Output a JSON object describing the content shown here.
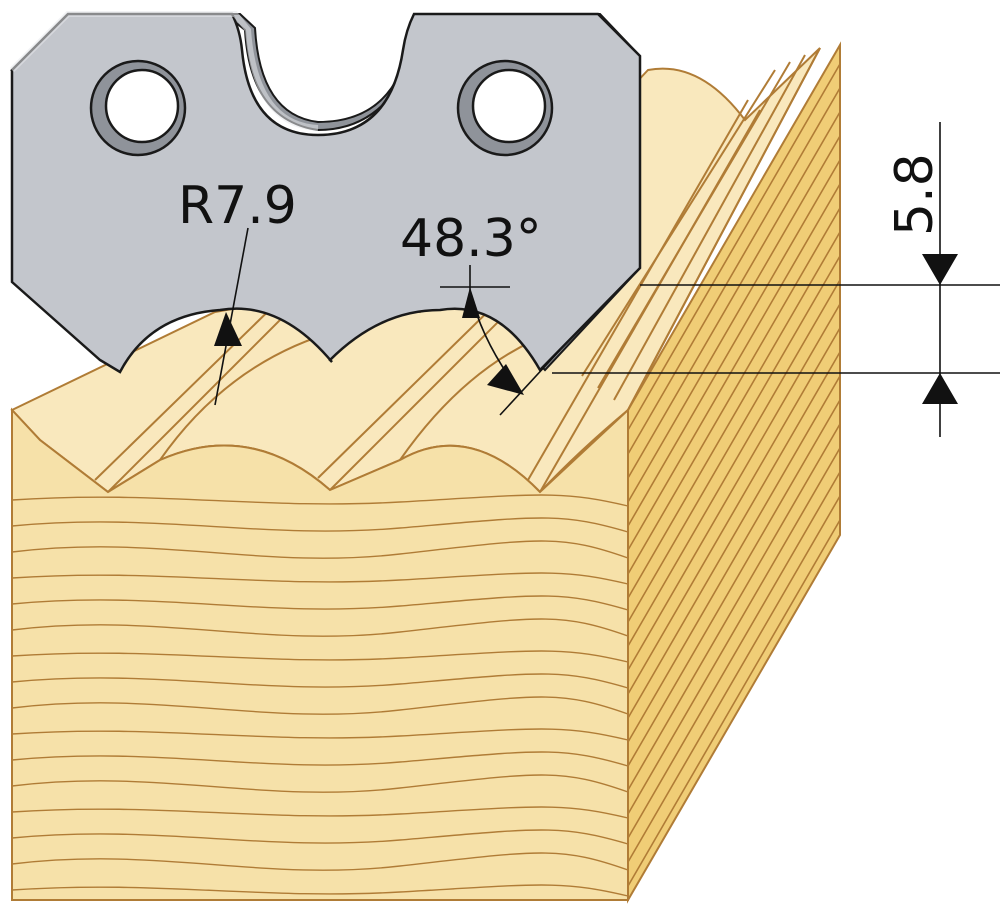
{
  "diagram": {
    "annotations": {
      "radius_label": "R7.9",
      "angle_label": "48.3°",
      "depth_label": "5.8"
    },
    "colors": {
      "blade_fill": "#c3c6cc",
      "blade_bevel": "#8f939a",
      "wood_front": "#f6e1a9",
      "wood_top": "#f9e8bd",
      "wood_side": "#f0cd76",
      "wood_grain": "#b07c36",
      "outline": "#1a1a1a"
    }
  }
}
